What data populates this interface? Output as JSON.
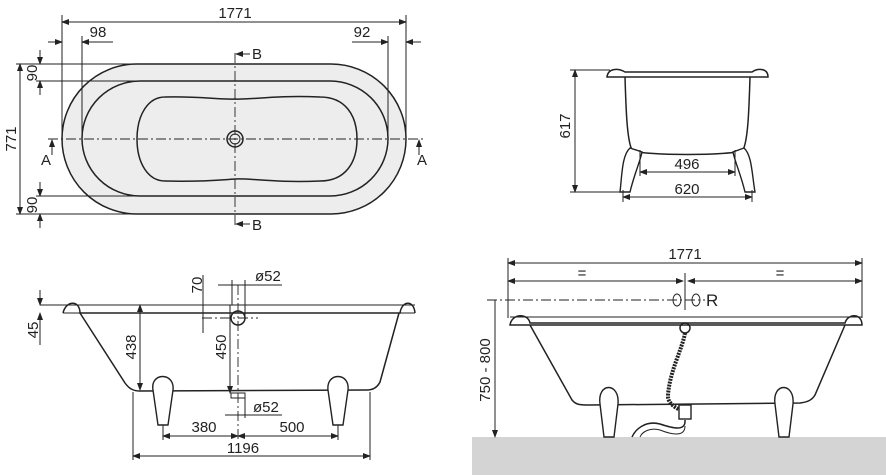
{
  "plan_view": {
    "overall_length": "1771",
    "rim_left": "98",
    "rim_right": "92",
    "overall_width": "771",
    "rim_top": "90",
    "rim_bottom": "90",
    "section_a": "A",
    "section_b": "B"
  },
  "end_view": {
    "height": "617",
    "feet_inner": "496",
    "feet_outer": "620"
  },
  "side_view": {
    "rim_thickness": "45",
    "inner_depth": "438",
    "overflow_offset": "70",
    "overflow_diameter": "ø52",
    "drain_height": "450",
    "drain_diameter": "ø52",
    "foot_left": "380",
    "foot_right": "500",
    "base_length": "1196"
  },
  "install_view": {
    "overall_length": "1771",
    "equal_left": "=",
    "equal_right": "=",
    "tap_label": "R",
    "install_height": "750 - 800"
  },
  "colors": {
    "line": "#222222",
    "tub_fill": "#ededed",
    "floor": "#d4d4d4"
  }
}
